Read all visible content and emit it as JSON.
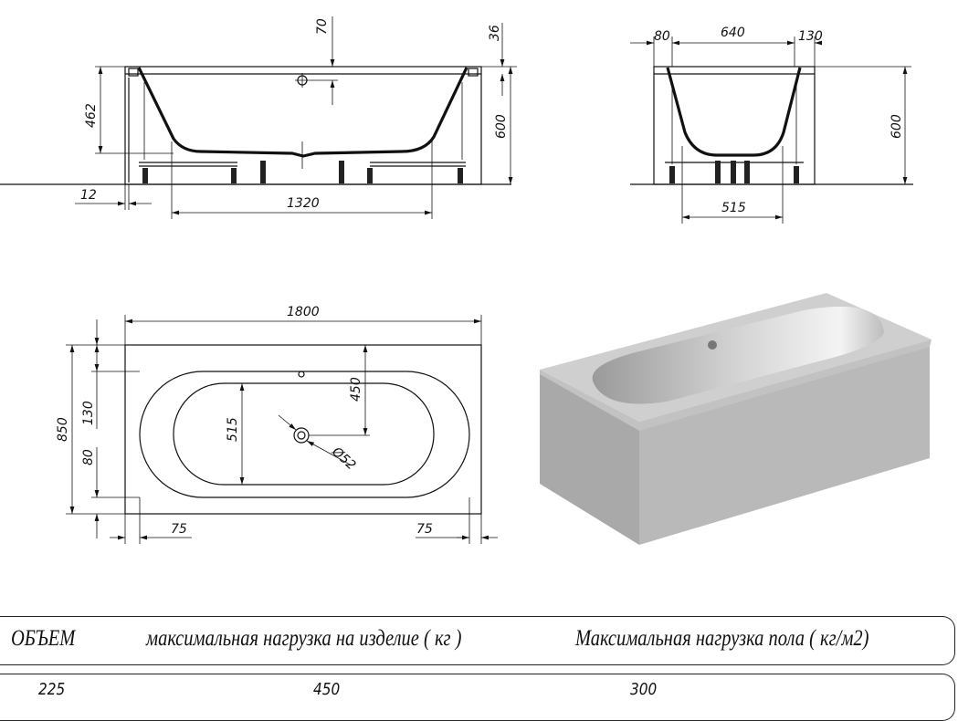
{
  "front_view": {
    "dims": {
      "d70": "70",
      "d36": "36",
      "d462": "462",
      "d600": "600",
      "d12": "12",
      "d1320": "1320"
    }
  },
  "side_view": {
    "dims": {
      "d80": "80",
      "d640": "640",
      "d130": "130",
      "d600": "600",
      "d515": "515"
    }
  },
  "top_view": {
    "dims": {
      "d1800": "1800",
      "d850": "850",
      "d130": "130",
      "d80": "80",
      "d515": "515",
      "d450": "450",
      "d52": "Ø52",
      "d75_left": "75",
      "d75_right": "75"
    }
  },
  "specs_table": {
    "headers": [
      "ОБЪЕМ",
      "максимальная нагрузка на изделие ( кг )",
      "Максимальная нагрузка пола ( кг/м2)"
    ],
    "values": [
      "225",
      "450",
      "300"
    ]
  },
  "colors": {
    "line": "#111111",
    "render_face": "#b8b8b8",
    "render_top": "#cfcfcf"
  }
}
